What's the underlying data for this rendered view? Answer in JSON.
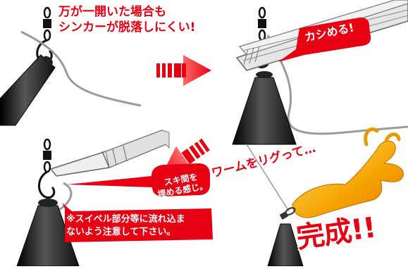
{
  "steps": {
    "step1": {
      "note_line1": "万が一開いた場合も",
      "note_line2": "シンカーが脱落しにくい!"
    },
    "step2": {
      "callout": "カシめる!"
    },
    "step3": {
      "callout_line1": "スキ間を",
      "callout_line2": "埋める感じ。",
      "caution_line1": "※スイベル部分等に流れ込ま",
      "caution_line2": "ないよう注意して下さい。"
    },
    "step4": {
      "worm_text": "ワームをリグって…",
      "complete_text": "完成!!"
    }
  },
  "colors": {
    "accent_red": "#e60012",
    "sinker_black": "#1a1a1a",
    "line_gray": "#9a9a9a",
    "worm_orange": "#f5a300"
  },
  "icons": [
    "swivel-icon",
    "sinker-icon",
    "pliers-icon",
    "glue-tube-icon",
    "worm-icon",
    "arrow-right-icon",
    "arrow-down-left-icon"
  ]
}
